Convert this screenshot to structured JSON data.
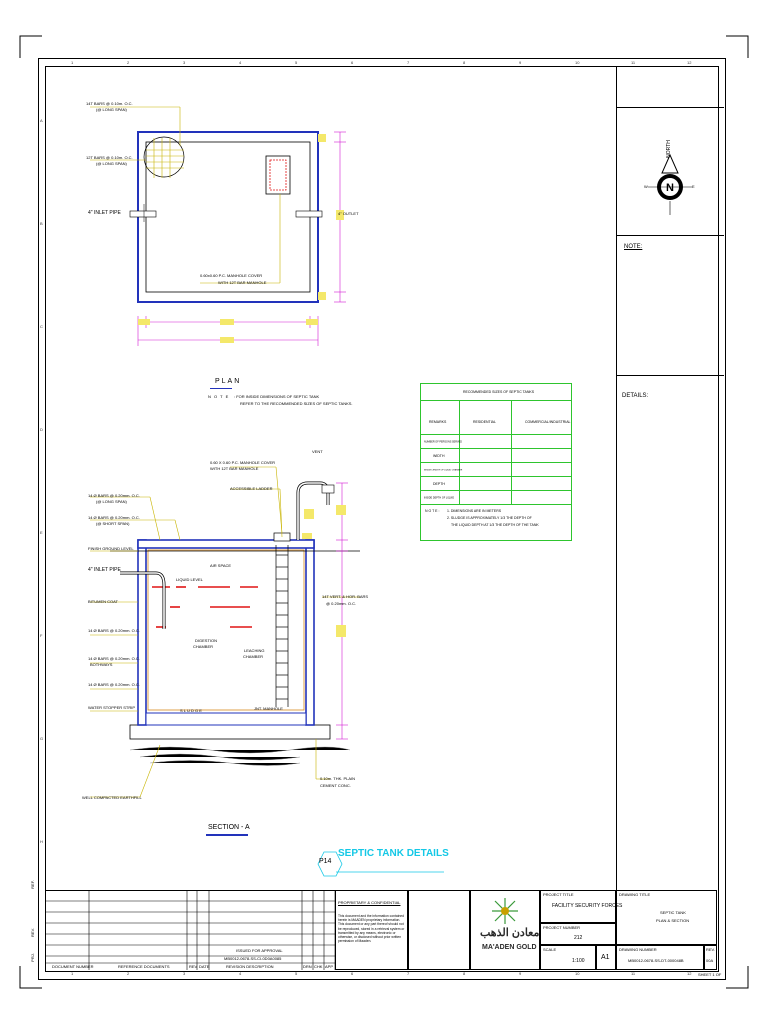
{
  "grid": {
    "top_numbers": [
      "1",
      "2",
      "3",
      "4",
      "5",
      "6",
      "7",
      "8",
      "9",
      "10",
      "11",
      "12"
    ],
    "side_letters": [
      "A",
      "B",
      "C",
      "D",
      "E",
      "F",
      "G",
      "H"
    ]
  },
  "plan": {
    "notes_left": [
      "14T BARS @ 0.10m. O.C.",
      "(@ LONG SPAN)",
      "12T BARS @ 0.10m. O.C.",
      "(@ LONG SPAN)",
      "4\" INLET PIPE"
    ],
    "right_note": "4\" OUTLET",
    "manhole_note_1": "0.60x0.60 P.C. MANHOLE COVER",
    "manhole_note_2": "WITH 12T BAR MANHOLE",
    "title": "PLAN",
    "note_label": "N O T E",
    "note_line1": ": FOR INSIDE DIMENSIONS OF SEPTIC TANK",
    "note_line2": "REFER TO THE RECOMMENDED SIZES OF SEPTIC TANKS."
  },
  "section": {
    "top_note_1": "0.60 X 0.60 P.C. MANHOLE COVER",
    "top_note_2": "WITH 12T BAR MANHOLE",
    "ladder_note": "ACCESSIBLE LADDER",
    "vent": "VENT",
    "left_notes": [
      "14 Ø BARS @ 0.20mm. O.C.",
      "(@ LONG SPAN)",
      "14 Ø BARS @ 0.20mm. O.C.",
      "(@ SHORT SPAN)",
      "FINISH GROUND LEVEL",
      "4\" INLET PIPE",
      "BITUMEN COAT",
      "14 Ø BARS @ 0.20mm. O.C.",
      "14 Ø BARS @ 0.20mm. O.C.",
      "BOTHWAYS",
      "14 Ø BARS @ 0.20mm. O.C.",
      "WATER STOPPER STRIP",
      "WELL COMPACTED EARTHFILL"
    ],
    "air_space": "AIR SPACE",
    "liquid_level": "LIQUID LEVEL",
    "digestion": [
      "DIGESTION",
      "CHAMBER"
    ],
    "leaching": [
      "LEACHING",
      "CHAMBER"
    ],
    "sludge": "S L U D G E",
    "right_note_1": "14T VERT. & HOR. BARS",
    "right_note_2": "@ 0.20mm. O.C.",
    "slab_note_1": "0.10m. THK. PLAIN",
    "slab_note_2": "CEMENT CONC.",
    "joint_note": "JNT. MANHOLE",
    "title": "SECTION - A"
  },
  "rec_table": {
    "title": "RECOMMENDED SIZES OF SEPTIC TANKS",
    "col_groups": [
      "REMARKS",
      "RESIDENTIAL",
      "COMMERCIAL/INDUSTRIAL"
    ],
    "rows": [
      "NUMBER OF PERSONS SERVED",
      "WIDTH",
      "INSIDE LENGTH OF LIQUID CHAMBER",
      "DEPTH",
      "INSIDE DEPTH OF LIQUID"
    ],
    "note_label": "N O T E :",
    "note_1": "1. DIMENSIONS ARE IN METERS",
    "note_2": "2. SLUDGE IS APPROXIMATELY 1/3 THE DEPTH OF",
    "note_3": "THE LIQUID DEPTH AT 1/3 THE DEPTH OF THE TANK"
  },
  "right_panel": {
    "north": "NORTH",
    "north_letter": "N",
    "notes_title": "NOTE:",
    "details_title": "DETAILS:"
  },
  "detail_title": {
    "code": "P14",
    "text": "SEPTIC TANK DETAILS"
  },
  "title_block": {
    "left_labels": [
      "DOCUMENT NUMBER",
      "REFERENCE DOCUMENTS",
      "REV",
      "DATE",
      "REVISION DESCRIPTION",
      "DRN",
      "CHK",
      "APP"
    ],
    "issue_row": "ISSUED FOR APPROVAL",
    "issue_doc": "MB0012-0678-SS-CI-0D0A0085",
    "side_texts": [
      "REF.",
      "REV.",
      "PRJ."
    ],
    "proprietary_title": "PROPRIETARY & CONFIDENTIAL",
    "proprietary_text": "This document and the information contained herein is MAADEN proprietary information. This document or any part thereof should not be reproduced, stored in a retrieval system or transmitted by any means, electronic or otherwise, or disclosed without prior written permission of Maaden.",
    "company_ar": "معادن الذهب",
    "company_en": "MA'ADEN GOLD",
    "project_title_label": "PROJECT TITLE",
    "project_title": "FACILITY SECURITY FORCES",
    "project_number_label": "PROJECT NUMBER",
    "project_number": "212",
    "scale_label": "SCALE",
    "scale": "1:100",
    "size": "A1",
    "drawing_title_label": "DRAWING TITLE",
    "drawing_title_1": "SEPTIC TANK",
    "drawing_title_2": "PLAN & SECTION",
    "drawing_number_label": "DRAWING NUMBER",
    "drawing_number": "MB0012-0678-SS-DT-000048B",
    "rev_label": "REV.",
    "rev_value": "00A",
    "sheet": "SHEET 1 OF"
  },
  "colors": {
    "wall_blue": "#2233bb",
    "dim_magenta": "#d21cd2",
    "leader_yellow": "#c8b400",
    "reinf_red": "#e01515",
    "table_green": "#2ec52e",
    "title_cyan": "#14c8e6"
  }
}
